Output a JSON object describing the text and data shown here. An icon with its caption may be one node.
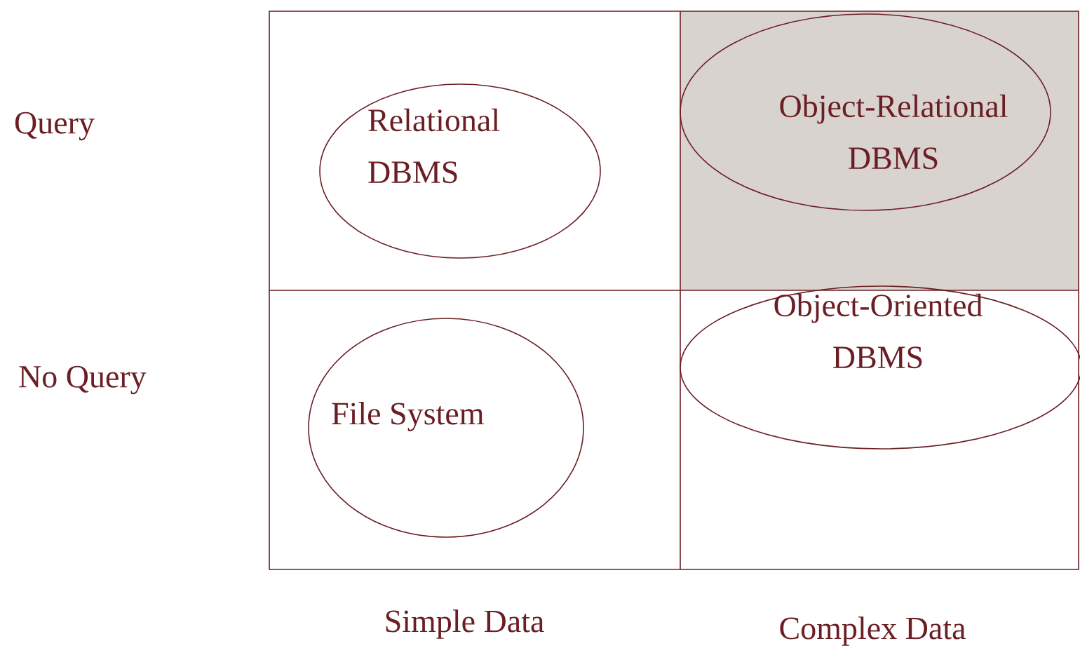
{
  "diagram": {
    "nodes": [
      {
        "text": [
          "Relational DBMS"
        ]
      },
      {
        "text": [
          "Object-Relational DBMS"
        ]
      },
      {
        "text": [
          "Object-Oriented DBMS"
        ]
      },
      {
        "text": [
          "File System"
        ]
      }
    ],
    "labels": [
      "Query",
      "No Query",
      "Simple Data",
      "Complex Data"
    ]
  }
}
